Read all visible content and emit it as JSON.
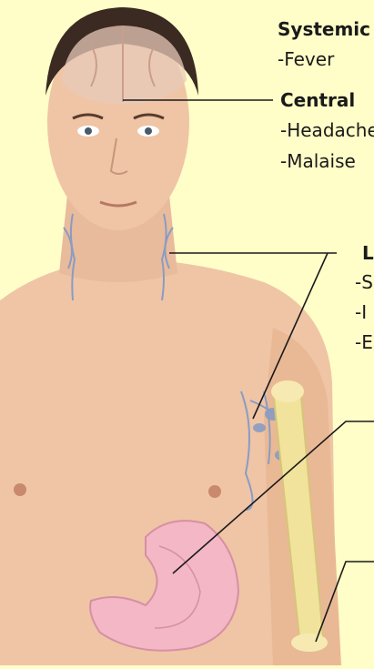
{
  "labels": {
    "systemic_heading": "Systemic",
    "systemic_fever": "-Fever",
    "central_heading": "Central",
    "central_headache": "-Headache",
    "central_malaise": "-Malaise",
    "lymph_heading": "L",
    "lymph_item1": "-S",
    "lymph_item2": "-I",
    "lymph_item3": "-E"
  },
  "colors": {
    "background": "#fffdc8",
    "skin": "#efc5a6",
    "hair": "#3b2a22",
    "brain": "#e8c9b8",
    "lymph": "#8a9cc2",
    "bone": "#f2e39c",
    "stomach": "#f3b7c5",
    "leader_line": "#1a1a1a"
  }
}
